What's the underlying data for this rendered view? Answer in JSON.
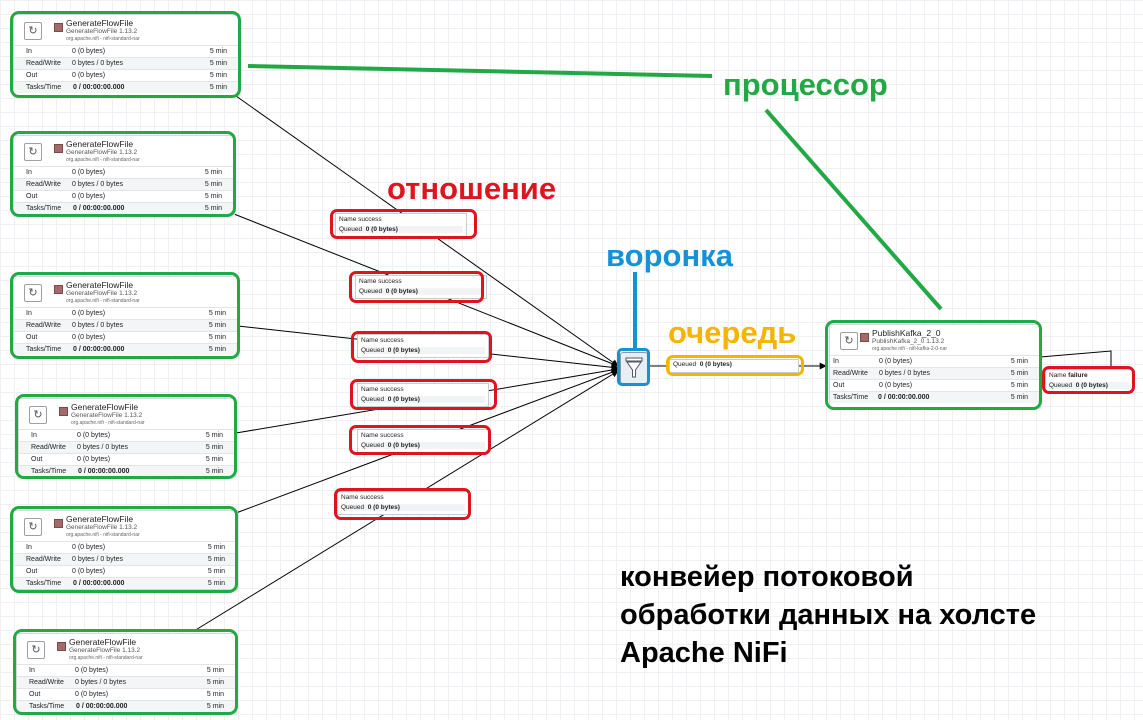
{
  "colors": {
    "processor_highlight": "#22a844",
    "relationship_highlight": "#e0141f",
    "queue_highlight": "#f5b400",
    "funnel_highlight": "#1592d6",
    "processor_callout": "#22a844",
    "relationship_callout": "#e0141f",
    "funnel_callout": "#1592d6",
    "queue_callout": "#f5b400"
  },
  "icons": {
    "processor": "processor-icon",
    "status": "stopped-status-icon",
    "funnel": "funnel-icon"
  },
  "processors": [
    {
      "name": "GenerateFlowFile",
      "type": "GenerateFlowFile 1.13.2",
      "bundle": "org.apache.nifi - nifi-standard-nar",
      "in": "0 (0 bytes)",
      "read_write": "0 bytes / 0 bytes",
      "out": "0 (0 bytes)",
      "tasks_time": "0 / 00:00:00.000",
      "window": "5 min"
    },
    {
      "name": "GenerateFlowFile",
      "type": "GenerateFlowFile 1.13.2",
      "bundle": "org.apache.nifi - nifi-standard-nar",
      "in": "0 (0 bytes)",
      "read_write": "0 bytes / 0 bytes",
      "out": "0 (0 bytes)",
      "tasks_time": "0 / 00:00:00.000",
      "window": "5 min"
    },
    {
      "name": "GenerateFlowFile",
      "type": "GenerateFlowFile 1.13.2",
      "bundle": "org.apache.nifi - nifi-standard-nar",
      "in": "0 (0 bytes)",
      "read_write": "0 bytes / 0 bytes",
      "out": "0 (0 bytes)",
      "tasks_time": "0 / 00:00:00.000",
      "window": "5 min"
    },
    {
      "name": "GenerateFlowFile",
      "type": "GenerateFlowFile 1.13.2",
      "bundle": "org.apache.nifi - nifi-standard-nar",
      "in": "0 (0 bytes)",
      "read_write": "0 bytes / 0 bytes",
      "out": "0 (0 bytes)",
      "tasks_time": "0 / 00:00:00.000",
      "window": "5 min"
    },
    {
      "name": "GenerateFlowFile",
      "type": "GenerateFlowFile 1.13.2",
      "bundle": "org.apache.nifi - nifi-standard-nar",
      "in": "0 (0 bytes)",
      "read_write": "0 bytes / 0 bytes",
      "out": "0 (0 bytes)",
      "tasks_time": "0 / 00:00:00.000",
      "window": "5 min"
    },
    {
      "name": "GenerateFlowFile",
      "type": "GenerateFlowFile 1.13.2",
      "bundle": "org.apache.nifi - nifi-standard-nar",
      "in": "0 (0 bytes)",
      "read_write": "0 bytes / 0 bytes",
      "out": "0 (0 bytes)",
      "tasks_time": "0 / 00:00:00.000",
      "window": "5 min"
    }
  ],
  "publisher": {
    "name": "PublishKafka_2_0",
    "type": "PublishKafka_2_0 1.13.2",
    "bundle": "org.apache.nifi - nifi-kafka-2-0-nar",
    "in": "0 (0 bytes)",
    "read_write": "0 bytes / 0 bytes",
    "out": "0 (0 bytes)",
    "tasks_time": "0 / 00:00:00.000",
    "window": "5 min"
  },
  "stat_labels": {
    "in": "In",
    "read_write": "Read/Write",
    "out": "Out",
    "tasks_time": "Tasks/Time"
  },
  "conn_labels": {
    "name": "Name",
    "queued": "Queued"
  },
  "connections": [
    {
      "name": "success",
      "queued": "0 (0 bytes)"
    },
    {
      "name": "success",
      "queued": "0 (0 bytes)"
    },
    {
      "name": "success",
      "queued": "0 (0 bytes)"
    },
    {
      "name": "success",
      "queued": "0 (0 bytes)"
    },
    {
      "name": "success",
      "queued": "0 (0 bytes)"
    },
    {
      "name": "success",
      "queued": "0 (0 bytes)"
    }
  ],
  "queue": {
    "queued": "0 (0 bytes)"
  },
  "failure": {
    "name": "failure",
    "queued": "0 (0 bytes)"
  },
  "callouts": {
    "processor": "процессор",
    "relationship": "отношение",
    "funnel": "воронка",
    "queue": "очередь"
  },
  "caption": [
    "конвейер потоковой",
    "обработки данных на холсте",
    "Apache NiFi"
  ]
}
